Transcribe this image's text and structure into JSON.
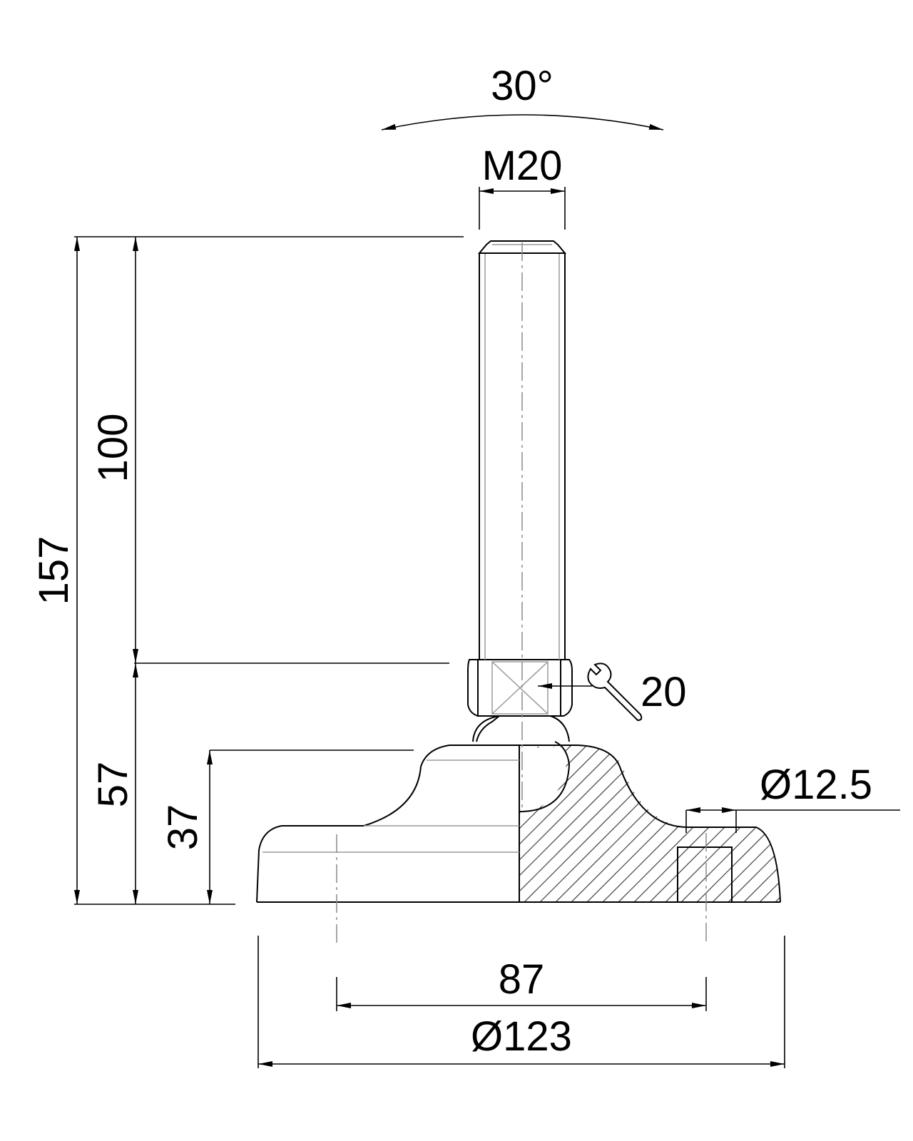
{
  "drawing": {
    "colors": {
      "line": "#000000",
      "hidden": "#9a9a9a",
      "hatch": "#4a4a4a",
      "background": "#ffffff"
    },
    "dimensions": {
      "tilt_angle": "30°",
      "thread": "M20",
      "total_height": "157",
      "stud_length": "100",
      "base_height": "57",
      "foot_height": "37",
      "wrench_size": "20",
      "hole_diameter": "Ø12.5",
      "hole_spacing": "87",
      "base_diameter": "Ø123"
    },
    "icons": {
      "wrench": "wrench-icon"
    }
  }
}
